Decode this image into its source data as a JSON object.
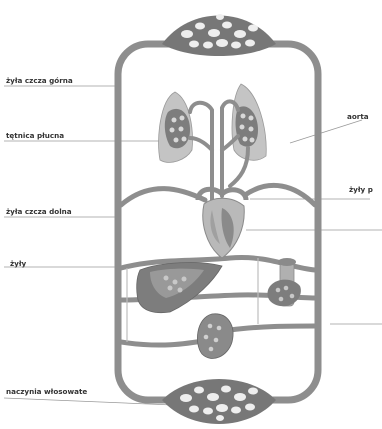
{
  "labels": {
    "zyla_gorna": "żyła czcza górna",
    "tetnica_plucna": "tętnica płucna",
    "aorta": "aorta",
    "zyla_dolna": "żyła czcza dolna",
    "zyly_plucne": "żyły p",
    "zyly": "żyły",
    "naczynia": "naczynia włosowate"
  },
  "colors": {
    "vessel": "#8e8e8e",
    "organ_fill": "#b9b9b9",
    "organ_dark": "#7d7d7d",
    "lung_fill": "#c4c4c4",
    "capillary_bed": "#777777",
    "leader": "#9a9a9a",
    "text": "#333333"
  }
}
